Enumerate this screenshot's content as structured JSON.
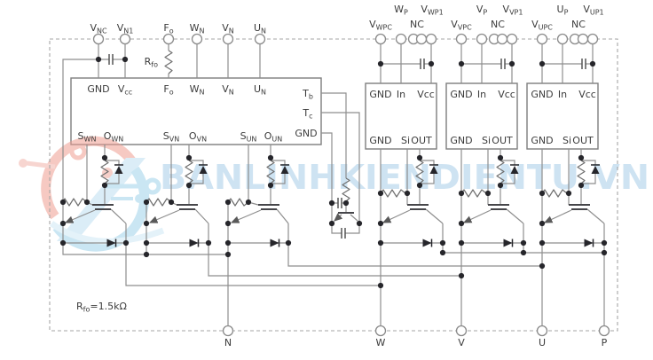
{
  "watermark": {
    "text": "BANLINHKIENDIENTU.VN"
  },
  "note": {
    "m": "R",
    "s": "fo",
    "rest": "=1.5kΩ"
  },
  "rfo": {
    "m": "R",
    "s": "fo"
  },
  "low": {
    "pins_top": [
      {
        "m": "V",
        "s": "NC"
      },
      {
        "m": "V",
        "s": "N1"
      },
      {
        "m": "F",
        "s": "o"
      },
      {
        "m": "W",
        "s": "N"
      },
      {
        "m": "V",
        "s": "N"
      },
      {
        "m": "U",
        "s": "N"
      }
    ],
    "box_top": [
      {
        "m": "GND",
        "s": ""
      },
      {
        "m": "V",
        "s": "cc"
      },
      {
        "m": "F",
        "s": "o"
      },
      {
        "m": "W",
        "s": "N"
      },
      {
        "m": "V",
        "s": "N"
      },
      {
        "m": "U",
        "s": "N"
      }
    ],
    "box_right": [
      {
        "m": "T",
        "s": "b"
      },
      {
        "m": "T",
        "s": "c"
      },
      {
        "m": "GND",
        "s": ""
      }
    ],
    "box_bottom": [
      {
        "m": "S",
        "s": "WN"
      },
      {
        "m": "O",
        "s": "WN"
      },
      {
        "m": "S",
        "s": "VN"
      },
      {
        "m": "O",
        "s": "VN"
      },
      {
        "m": "S",
        "s": "UN"
      },
      {
        "m": "O",
        "s": "UN"
      }
    ]
  },
  "hs": [
    {
      "p_m": "W",
      "p_s": "P",
      "vp1_m": "V",
      "vp1_s": "WP1",
      "vpc_m": "V",
      "vpc_s": "WPC",
      "nc": "NC",
      "gnd": "GND",
      "in": "In",
      "vcc": "Vcc",
      "gnd2": "GND",
      "si": "Si",
      "out": "OUT"
    },
    {
      "p_m": "V",
      "p_s": "P",
      "vp1_m": "V",
      "vp1_s": "VP1",
      "vpc_m": "V",
      "vpc_s": "VPC",
      "nc": "NC",
      "gnd": "GND",
      "in": "In",
      "vcc": "Vcc",
      "gnd2": "GND",
      "si": "Si",
      "out": "OUT"
    },
    {
      "p_m": "U",
      "p_s": "P",
      "vp1_m": "V",
      "vp1_s": "UP1",
      "vpc_m": "V",
      "vpc_s": "UPC",
      "nc": "NC",
      "gnd": "GND",
      "in": "In",
      "vcc": "Vcc",
      "gnd2": "GND",
      "si": "Si",
      "out": "OUT"
    }
  ],
  "pins_bottom": [
    "N",
    "W",
    "V",
    "U",
    "P"
  ]
}
